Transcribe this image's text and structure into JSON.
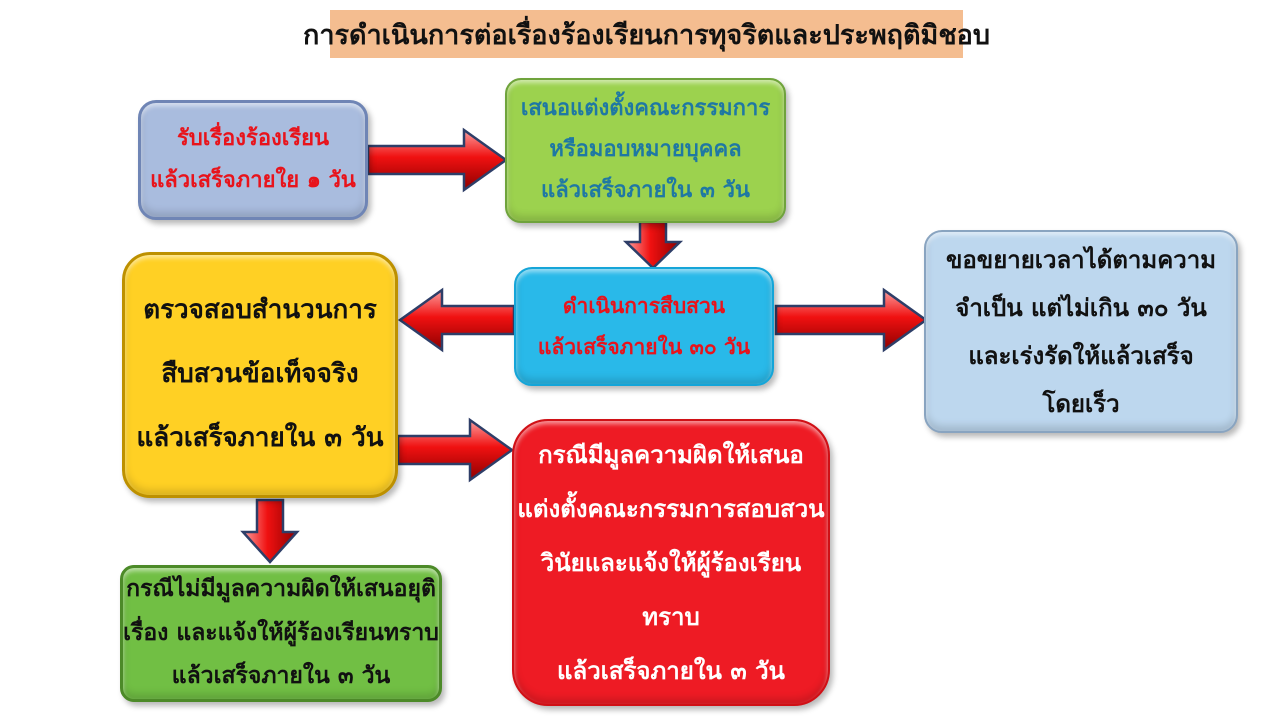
{
  "title": {
    "text": "การดำเนินการต่อเรื่องร้องเรียนการทุจริตและประพฤติมิชอบ",
    "bg": "#F4BD90"
  },
  "nodes": {
    "receive": {
      "text": "รับเรื่องร้องเรียน\nแล้วเสร็จภายใย ๑ วัน",
      "fill": "#A9BCDE",
      "border": "#6F85B5",
      "text_color": "#E8131B"
    },
    "appoint": {
      "text": "เสนอแต่งตั้งคณะกรรมการ\nหรือมอบหมายบุคคล\nแล้วเสร็จภายใน ๓ วัน",
      "fill": "#9CD24E",
      "border": "#6FA33C",
      "text_color": "#1F78A3"
    },
    "investigate": {
      "text": "ดำเนินการสืบสวน\nแล้วเสร็จภายใน ๓๐ วัน",
      "fill": "#29B9E9",
      "border": "#15A5D8",
      "text_color": "#E8131B"
    },
    "review": {
      "text": "ตรวจสอบสำนวนการ\nสืบสวนข้อเท็จจริง\nแล้วเสร็จภายใน ๓ วัน",
      "fill": "#FFD024",
      "border": "#BD9000",
      "text_color": "#111111"
    },
    "extend": {
      "text": "ขอขยายเวลาได้ตามความ\nจำเป็น แต่ไม่เกิน ๓๐ วัน\nและเร่งรัดให้แล้วเสร็จ\nโดยเร็ว",
      "fill": "#BDD7EE",
      "border": "#89A4C0",
      "text_color": "#111111"
    },
    "no_fault": {
      "text": "กรณีไม่มีมูลความผิดให้เสนอยุติ\nเรื่อง และแจ้งให้ผู้ร้องเรียนทราบ\nแล้วเสร็จภายใน ๓ วัน",
      "fill": "#71BF44",
      "border": "#4C8A28",
      "text_color": "#111111"
    },
    "fault": {
      "text": "กรณีมีมูลความผิดให้เสนอ\nแต่งตั้งคณะกรรมการสอบสวน\nวินัยและแจ้งให้ผู้ร้องเรียนทราบ\nแล้วเสร็จภายใน ๓ วัน",
      "fill": "#EE1B24",
      "border": "#D01016",
      "text_color": "#FFFFFF"
    }
  },
  "edges": [
    {
      "from": "receive",
      "to": "appoint",
      "direction": "right"
    },
    {
      "from": "appoint",
      "to": "investigate",
      "direction": "down"
    },
    {
      "from": "investigate",
      "to": "review",
      "direction": "left"
    },
    {
      "from": "investigate",
      "to": "extend",
      "direction": "right"
    },
    {
      "from": "review",
      "to": "fault",
      "direction": "right"
    },
    {
      "from": "review",
      "to": "no_fault",
      "direction": "down"
    }
  ],
  "colors": {
    "arrow_light": "#FA8F8F",
    "arrow_mid": "#F01111",
    "arrow_dark": "#8E0000",
    "arrow_outline": "#2E3E68"
  }
}
